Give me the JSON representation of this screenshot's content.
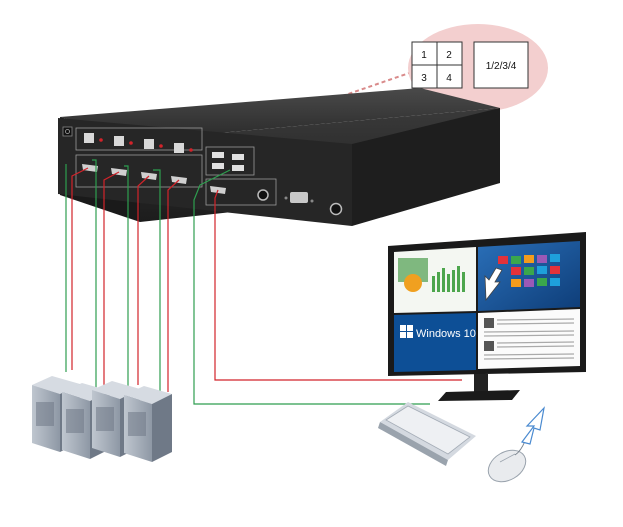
{
  "layout_bubble": {
    "quad_labels": [
      "1",
      "2",
      "3",
      "4"
    ],
    "combined_label": "1/2/3/4"
  },
  "monitor": {
    "os_label": "Windows 10"
  },
  "colors": {
    "accent_red": "#d2232a",
    "accent_green": "#2e9e4f",
    "bubble_fill": "#f3cfcf",
    "device_body": "#2b2b2b"
  }
}
